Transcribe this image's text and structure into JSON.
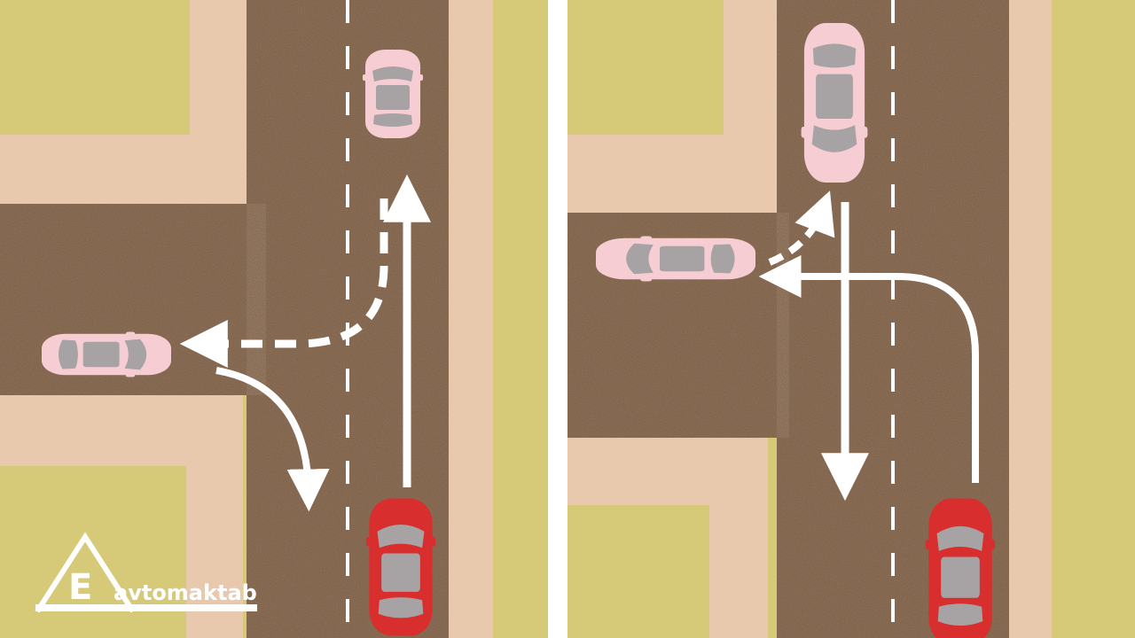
{
  "scene": {
    "description_panels": [
      "left-panel",
      "right-panel"
    ],
    "colors": {
      "road": "#7a5b43",
      "sidewalk": "#e8c9ae",
      "grass": "#d6c978",
      "divider": "#ffffff",
      "main_car": "#d92e2e",
      "ghost_car": "#f6cdd2",
      "car_glass": "#a7a2a4",
      "arrow": "#ffffff",
      "logo": "#ffffff"
    }
  },
  "logo": {
    "letter": "E",
    "text": "avtomaktab"
  }
}
